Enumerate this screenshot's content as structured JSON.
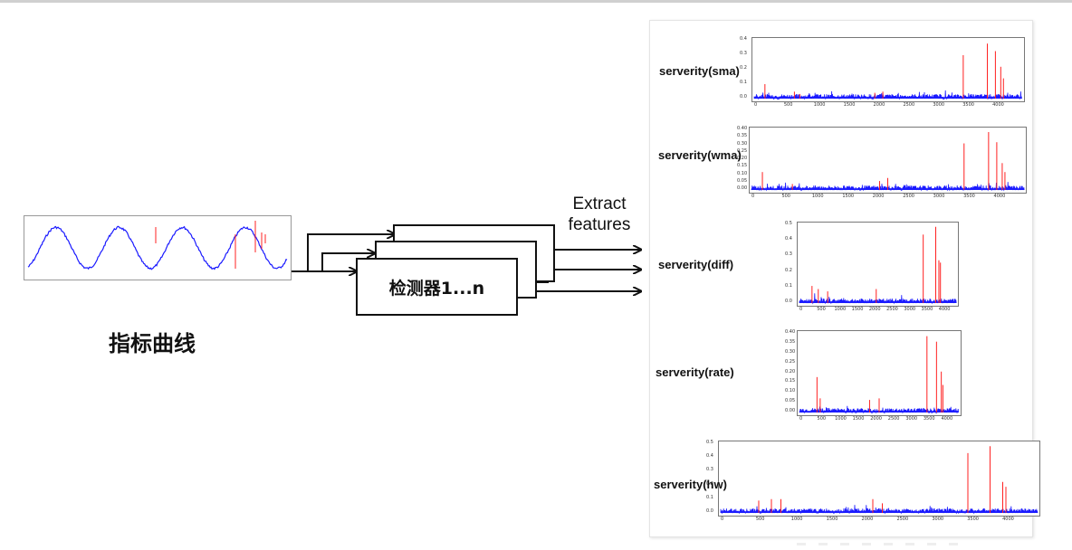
{
  "main_curve": {
    "caption": "指标曲线"
  },
  "detector": {
    "label": "检测器1...n"
  },
  "extract": {
    "text": "Extract features"
  },
  "severity_plots": [
    {
      "id": "sma",
      "label": "serverity(sma)",
      "yticks": [
        "0.4",
        "0.3",
        "0.2",
        "0.1",
        "0.0"
      ],
      "xticks": [
        "0",
        "500",
        "1000",
        "1500",
        "2000",
        "2500",
        "3000",
        "3500",
        "4000"
      ]
    },
    {
      "id": "wma",
      "label": "serverity(wma)",
      "yticks": [
        "0.40",
        "0.35",
        "0.30",
        "0.25",
        "0.20",
        "0.15",
        "0.10",
        "0.05",
        "0.00"
      ],
      "xticks": [
        "0",
        "500",
        "1000",
        "1500",
        "2000",
        "2500",
        "3000",
        "3500",
        "4000"
      ]
    },
    {
      "id": "diff",
      "label": "serverity(diff)",
      "yticks": [
        "0.5",
        "0.4",
        "0.3",
        "0.2",
        "0.1",
        "0.0"
      ],
      "xticks": [
        "0",
        "500",
        "1000",
        "1500",
        "2000",
        "2500",
        "3000",
        "3500",
        "4000"
      ]
    },
    {
      "id": "rate",
      "label": "serverity(rate)",
      "yticks": [
        "0.40",
        "0.35",
        "0.30",
        "0.25",
        "0.20",
        "0.15",
        "0.10",
        "0.05",
        "0.00"
      ],
      "xticks": [
        "0",
        "500",
        "1000",
        "1500",
        "2000",
        "2500",
        "3000",
        "3500",
        "4000"
      ]
    },
    {
      "id": "hw",
      "label": "serverity(hw)",
      "yticks": [
        "0.5",
        "0.4",
        "0.3",
        "0.2",
        "0.1",
        "0.0"
      ],
      "xticks": [
        "0",
        "500",
        "1000",
        "1500",
        "2000",
        "2500",
        "3000",
        "3500",
        "4000"
      ]
    }
  ],
  "colors": {
    "series": "#1a1aff",
    "anomaly": "#ff2020",
    "arrow": "#111111"
  }
}
